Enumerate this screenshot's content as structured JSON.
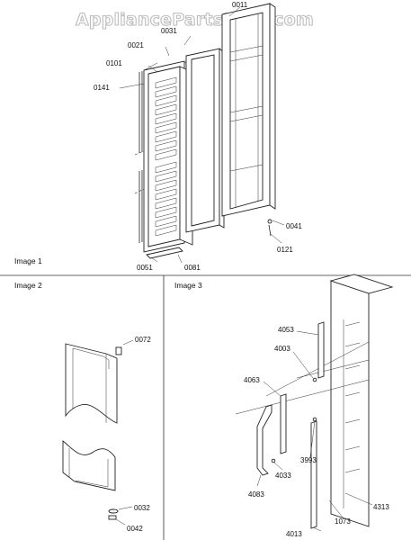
{
  "watermark": "AppliancePartsPros.com",
  "panels": [
    {
      "id": "image1",
      "title": "Image 1"
    },
    {
      "id": "image2",
      "title": "Image 2"
    },
    {
      "id": "image3",
      "title": "Image 3"
    }
  ],
  "callouts": {
    "image1": [
      "0011",
      "0031",
      "0021",
      "0101",
      "0141",
      "0041",
      "0121",
      "0051",
      "0081"
    ],
    "image2": [
      "0072",
      "0032",
      "0042"
    ],
    "image3": [
      "4053",
      "4003",
      "4063",
      "3993",
      "4033",
      "4083",
      "4313",
      "1073",
      "4013"
    ]
  },
  "colors": {
    "line": "#222222",
    "background": "#ffffff",
    "watermark_outline": "#bdbdbd"
  }
}
